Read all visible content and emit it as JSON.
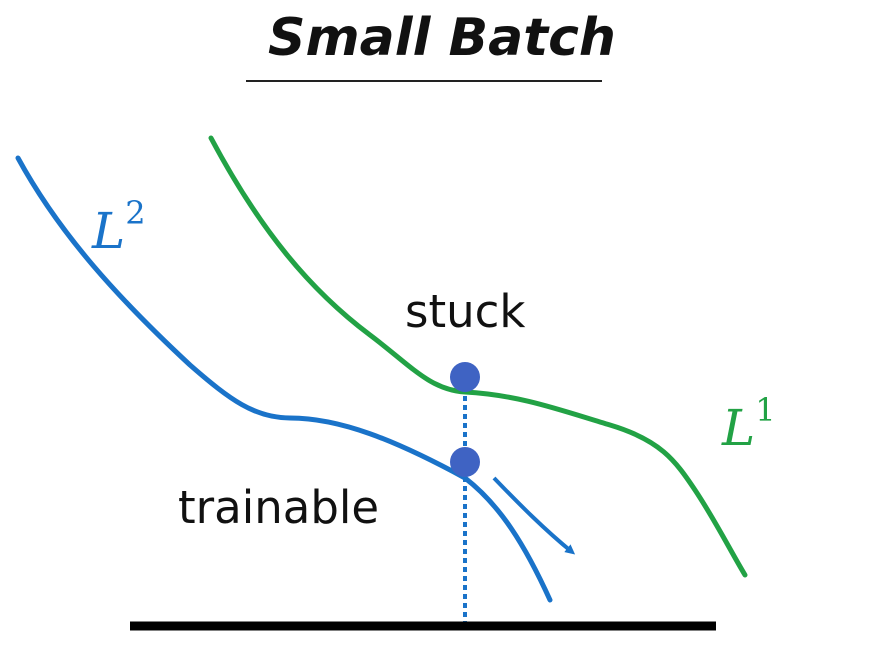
{
  "title": "Small Batch",
  "labels": {
    "curve_l2": {
      "base": "L",
      "sup": "2"
    },
    "curve_l1": {
      "base": "L",
      "sup": "1"
    },
    "stuck": "stuck",
    "trainable": "trainable"
  },
  "colors": {
    "l2_curve": "#1a73c9",
    "l1_curve": "#22a245",
    "point": "#3f63c3",
    "baseline": "#000000",
    "text": "#111111"
  }
}
